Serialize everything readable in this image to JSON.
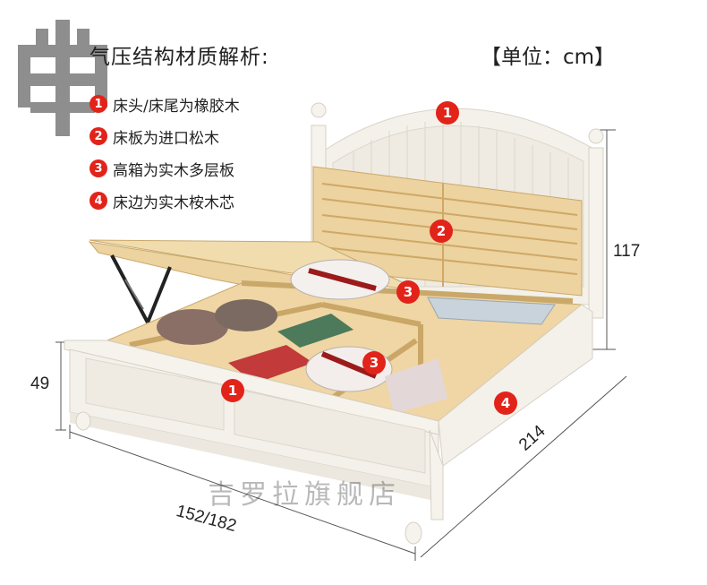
{
  "header": {
    "title": "气压结构材质解析:",
    "unit": "【单位：cm】"
  },
  "legend": [
    {
      "num": "1",
      "text": "床头/床尾为橡胶木"
    },
    {
      "num": "2",
      "text": "床板为进口松木"
    },
    {
      "num": "3",
      "text": "高箱为实木多层板"
    },
    {
      "num": "4",
      "text": "床边为实木桉木芯"
    }
  ],
  "markers": {
    "headboard": "1",
    "slats": "2",
    "box_upper": "3",
    "box_lower": "3",
    "footboard": "1",
    "side_rail": "4"
  },
  "dimensions": {
    "height": "117",
    "foot_height": "49",
    "length": "214",
    "width": "152/182"
  },
  "watermark": "吉罗拉旗舰店",
  "colors": {
    "marker_red": "#e2231a",
    "wood_white": "#f4f1ea",
    "pine": "#ecd3a0",
    "logo_gray": "#8e8e8e"
  }
}
